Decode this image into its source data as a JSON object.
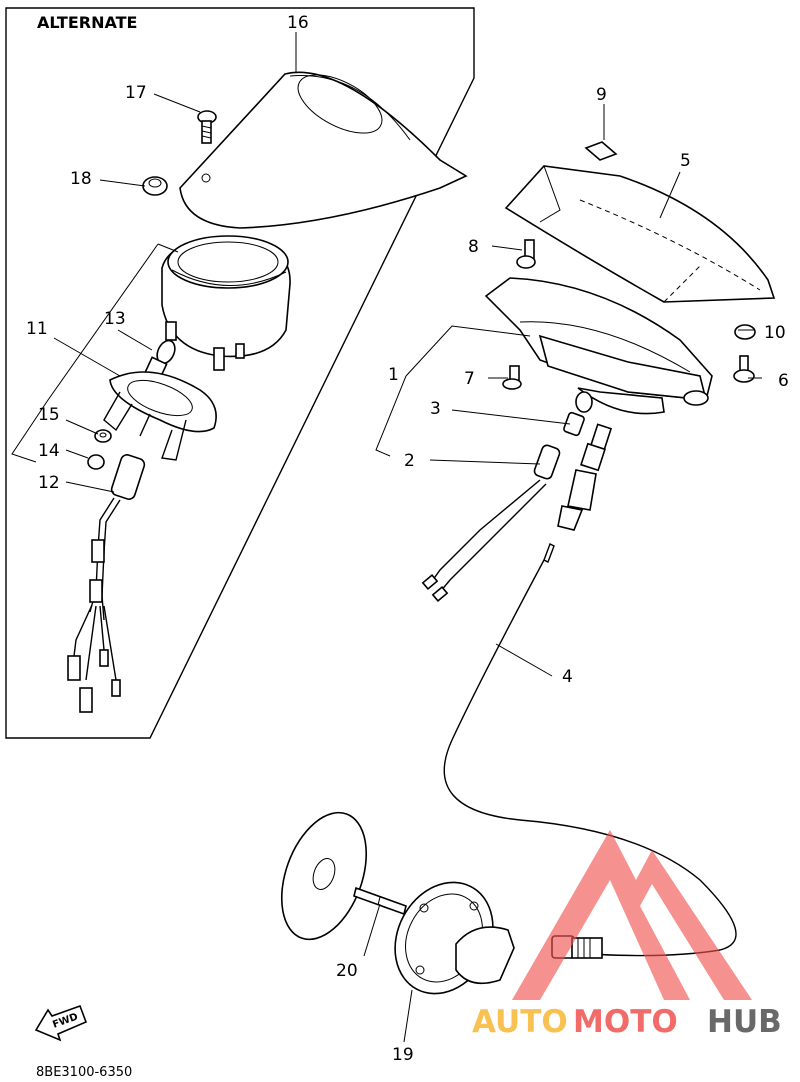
{
  "title": "ALTERNATE",
  "footer_code": "8BE3100-6350",
  "fwd_label": "FWD",
  "callouts": {
    "c1": "1",
    "c2": "2",
    "c3": "3",
    "c4": "4",
    "c5": "5",
    "c6": "6",
    "c7": "7",
    "c8": "8",
    "c9": "9",
    "c10": "10",
    "c11": "11",
    "c12": "12",
    "c13": "13",
    "c14": "14",
    "c15": "15",
    "c16": "16",
    "c17": "17",
    "c18": "18",
    "c19": "19",
    "c20": "20"
  },
  "watermark": {
    "auto": "AUTO",
    "moto": "MOTO",
    "hub": "HUB",
    "colors": {
      "orange": "#f7b733",
      "red": "#ef5350",
      "dark": "#505050"
    }
  }
}
